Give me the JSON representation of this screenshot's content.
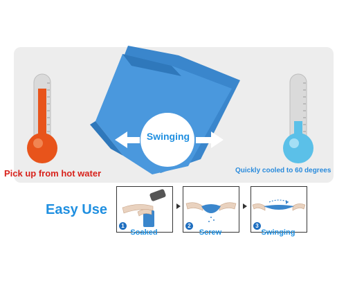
{
  "hot_label": "Pick up from hot water",
  "cool_label": "Quickly cooled to 60 degrees",
  "center_label": "Swinging",
  "easy_use_title": "Easy Use",
  "steps": [
    {
      "number": "1",
      "label": "Soaked"
    },
    {
      "number": "2",
      "label": "Screw"
    },
    {
      "number": "3",
      "label": "Swinging"
    }
  ],
  "colors": {
    "towel": "#3f8fd6",
    "hot": "#e8541b",
    "cool": "#5bc0e8",
    "accent_text": "#1f8fe0",
    "hot_text": "#d8231c"
  },
  "icons": [
    "thermometer-hot-icon",
    "thermometer-cold-icon",
    "arrow-left-icon",
    "arrow-right-icon"
  ]
}
